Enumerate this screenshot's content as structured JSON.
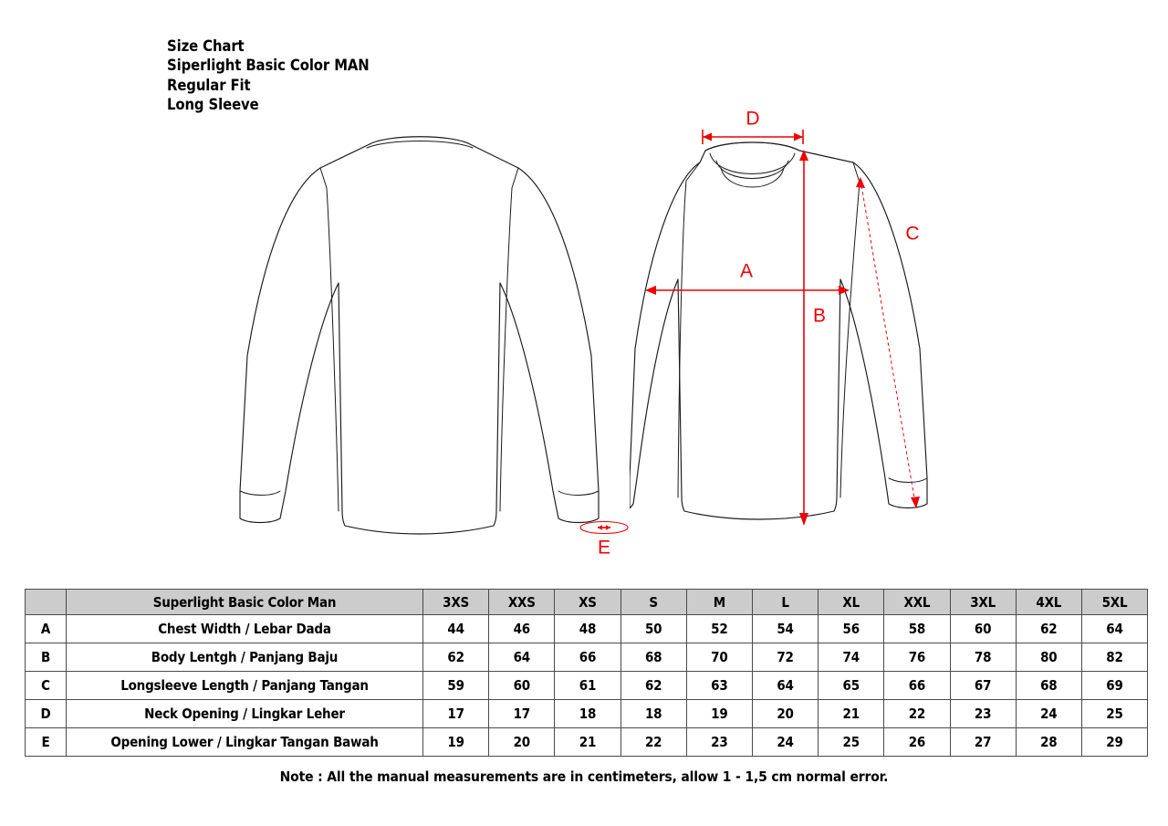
{
  "header": {
    "lines": [
      "Size Chart",
      "Siperlight Basic Color MAN",
      "Regular Fit",
      "Long Sleeve"
    ]
  },
  "diagram": {
    "labels": {
      "a": "A",
      "b": "B",
      "c": "C",
      "d": "D",
      "e": "E"
    },
    "dimension_color": "#ee0000",
    "outline_color": "#1a1a1a",
    "views": [
      "back-view",
      "front-view"
    ]
  },
  "table": {
    "header_colors": {
      "fill": "#cccccc",
      "border": "#4a4a4a"
    },
    "key_header": "",
    "title_header": "Superlight Basic Color Man",
    "sizes": [
      "3XS",
      "XXS",
      "XS",
      "S",
      "M",
      "L",
      "XL",
      "XXL",
      "3XL",
      "4XL",
      "5XL"
    ],
    "rows": [
      {
        "key": "A",
        "label": "Chest Width / Lebar Dada",
        "values": [
          44,
          46,
          48,
          50,
          52,
          54,
          56,
          58,
          60,
          62,
          64
        ]
      },
      {
        "key": "B",
        "label": "Body Lentgh / Panjang Baju",
        "values": [
          62,
          64,
          66,
          68,
          70,
          72,
          74,
          76,
          78,
          80,
          82
        ]
      },
      {
        "key": "C",
        "label": "Longsleeve Length / Panjang Tangan",
        "values": [
          59,
          60,
          61,
          62,
          63,
          64,
          65,
          66,
          67,
          68,
          69
        ]
      },
      {
        "key": "D",
        "label": "Neck Opening / Lingkar Leher",
        "values": [
          17,
          17,
          18,
          18,
          19,
          20,
          21,
          22,
          23,
          24,
          25
        ]
      },
      {
        "key": "E",
        "label": "Opening Lower / Lingkar Tangan Bawah",
        "values": [
          19,
          20,
          21,
          22,
          23,
          24,
          25,
          26,
          27,
          28,
          29
        ]
      }
    ]
  },
  "footer": {
    "note": "Note : All the manual measurements are in centimeters, allow 1 - 1,5 cm normal error."
  }
}
